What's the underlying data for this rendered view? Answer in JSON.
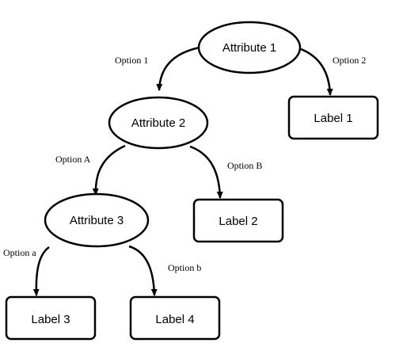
{
  "diagram": {
    "nodes": {
      "attribute1": "Attribute 1",
      "attribute2": "Attribute 2",
      "attribute3": "Attribute 3",
      "label1": "Label 1",
      "label2": "Label 2",
      "label3": "Label 3",
      "label4": "Label 4"
    },
    "edges": {
      "option1": "Option 1",
      "option2": "Option 2",
      "optionA": "Option A",
      "optionB": "Option B",
      "optiona": "Option a",
      "optionb": "Option b"
    },
    "colors": {
      "stroke": "#000000",
      "background": "#ffffff"
    }
  }
}
